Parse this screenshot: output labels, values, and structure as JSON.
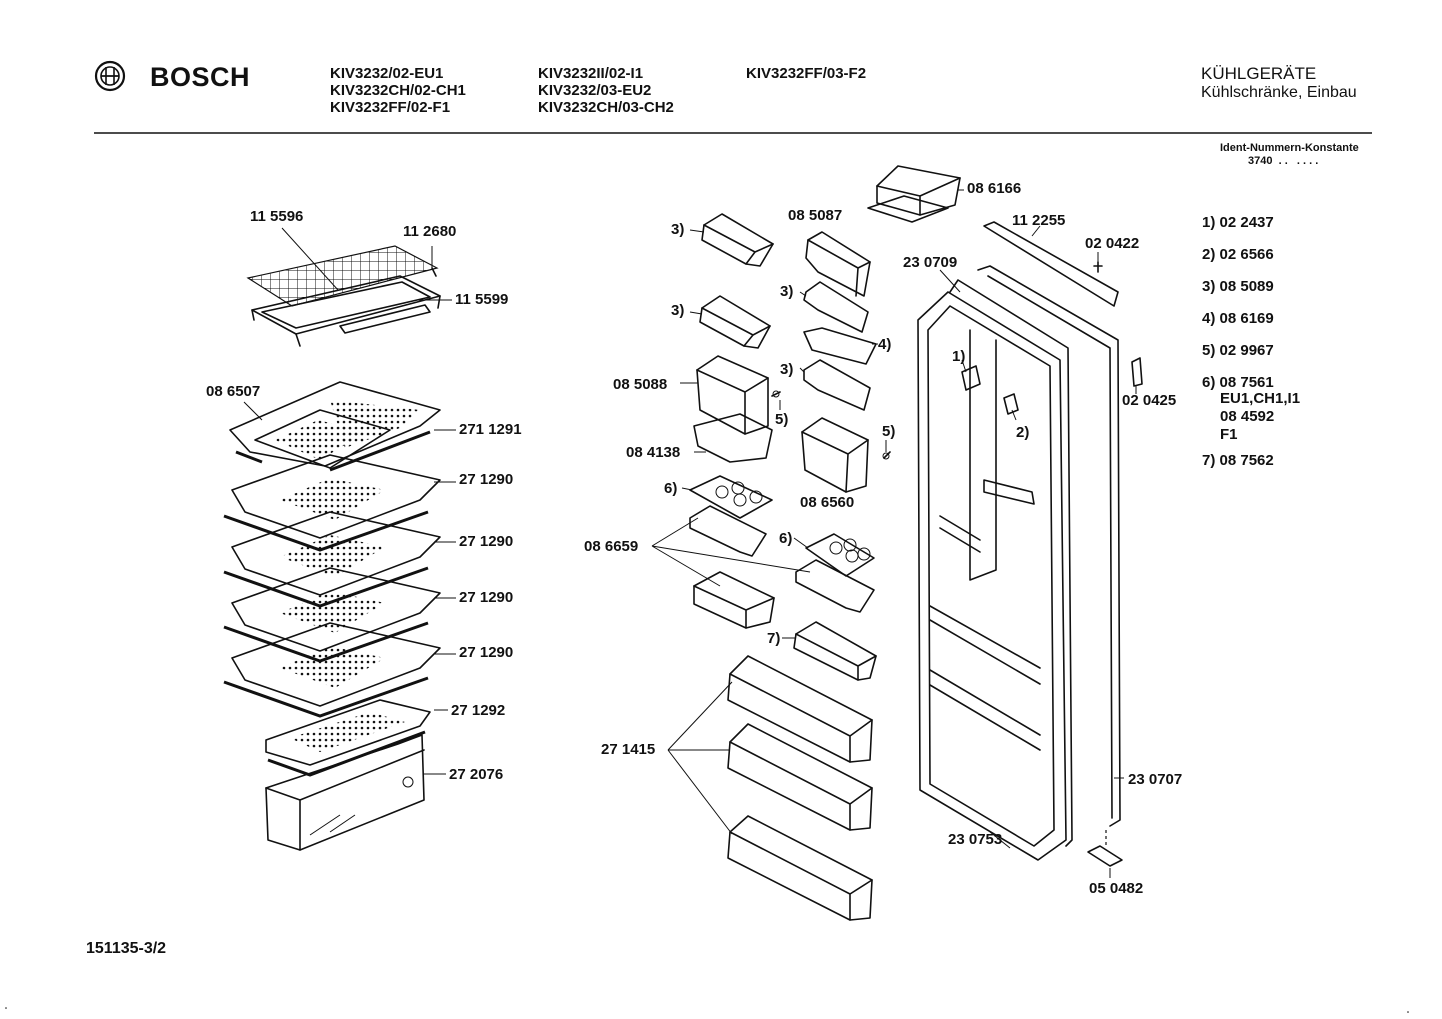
{
  "header": {
    "brand": "BOSCH",
    "models_col1": [
      "KIV3232/02-EU1",
      "KIV3232CH/02-CH1",
      "KIV3232FF/02-F1"
    ],
    "models_col2": [
      "KIV3232II/02-I1",
      "KIV3232/03-EU2",
      "KIV3232CH/03-CH2"
    ],
    "models_col3": [
      "KIV3232FF/03-F2"
    ],
    "category": "KÜHLGERÄTE",
    "subcategory": "Kühlschränke, Einbau",
    "ident_title": "Ident-Nummern-Konstante",
    "ident_value": "3740  . .   . . . ."
  },
  "part_labels": {
    "p115596": "11 5596",
    "p112680": "11 2680",
    "p115599": "11 5599",
    "p086507": "08 6507",
    "p271291": "271 1291",
    "p271290a": "27 1290",
    "p271290b": "27 1290",
    "p271290c": "27 1290",
    "p271290d": "27 1290",
    "p271292": "27 1292",
    "p272076": "27 2076",
    "p086166": "08 6166",
    "p085087": "08 5087",
    "p112255": "11 2255",
    "p020422": "02 0422",
    "p230709": "23 0709",
    "p085088": "08 5088",
    "p084138": "08 4138",
    "p086560": "08 6560",
    "p086659": "08 6659",
    "p271415": "27 1415",
    "p020425": "02 0425",
    "p230707": "23 0707",
    "p230753": "23 0753",
    "p050482": "05 0482",
    "c3a": "3)",
    "c3b": "3)",
    "c3c": "3)",
    "c3d": "3)",
    "c4": "4)",
    "c5a": "5)",
    "c5b": "5)",
    "c6a": "6)",
    "c6b": "6)",
    "c7": "7)",
    "c1": "1)",
    "c2": "2)"
  },
  "legend": [
    {
      "key": "1)",
      "value": "02 2437"
    },
    {
      "key": "2)",
      "value": "02 6566"
    },
    {
      "key": "3)",
      "value": "08 5089"
    },
    {
      "key": "4)",
      "value": "08 6169"
    },
    {
      "key": "5)",
      "value": "02 9967"
    },
    {
      "key": "6)",
      "value": "08 7561"
    }
  ],
  "legend_6_extra": [
    "EU1,CH1,I1",
    "08 4592",
    "F1"
  ],
  "legend_7": {
    "key": "7)",
    "value": "08 7562"
  },
  "footer": {
    "drawing_number": "151135-3/2"
  }
}
